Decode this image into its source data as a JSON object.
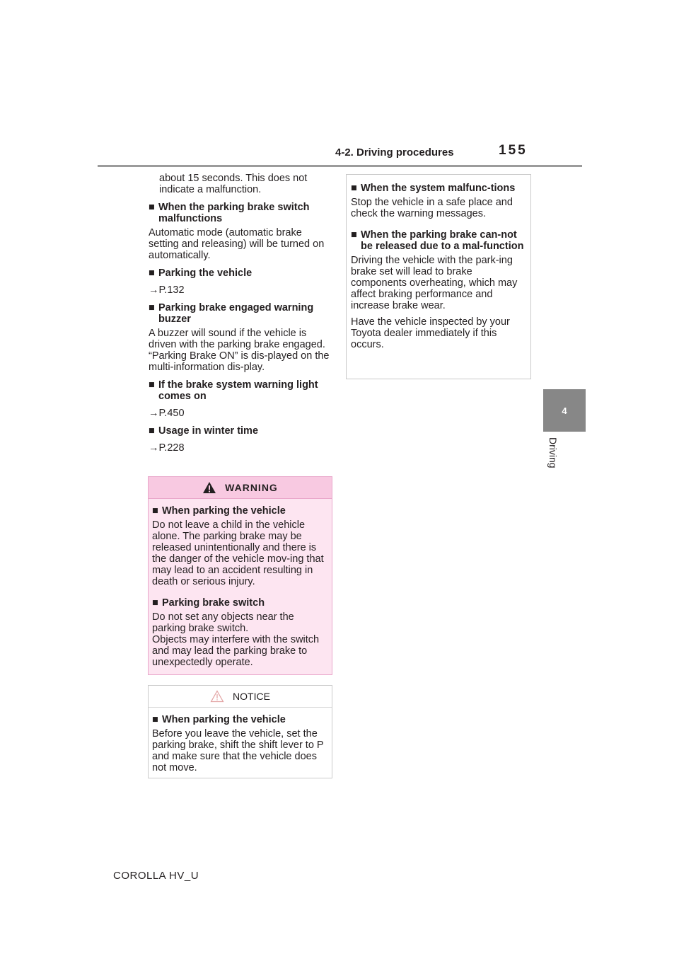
{
  "header": {
    "section_title": "4-2. Driving procedures",
    "page_number": "155"
  },
  "side_tab": {
    "number": "4",
    "label": "Driving"
  },
  "left_column": {
    "intro": "about 15 seconds. This does not indicate a malfunction.",
    "s1": {
      "title": "When the parking brake switch malfunctions",
      "text": "Automatic mode (automatic brake setting and releasing) will be turned on automatically."
    },
    "s2": {
      "title": "Parking the vehicle",
      "ref": "→P.132"
    },
    "s3": {
      "title": "Parking brake engaged warning buzzer",
      "text": "A buzzer will sound if the vehicle is driven with the parking brake engaged. “Parking Brake ON” is dis-played on the multi-information dis-play."
    },
    "s4": {
      "title": "If the brake system warning light comes on",
      "ref": "→P.450"
    },
    "s5": {
      "title": "Usage in winter time",
      "ref": "→P.228"
    }
  },
  "warning_box": {
    "heading": "WARNING",
    "s1": {
      "title": "When parking the vehicle",
      "text": "Do not leave a child in the vehicle alone. The parking brake may be released unintentionally and there is the danger of the vehicle mov-ing that may lead to an accident resulting in death or serious injury."
    },
    "s2": {
      "title": "Parking brake switch",
      "text1": "Do not set any objects near the parking brake switch.",
      "text2": "Objects may interfere with the switch and may lead the parking brake to unexpectedly operate."
    }
  },
  "notice_box": {
    "heading": "NOTICE",
    "s1": {
      "title": "When parking the vehicle",
      "text": "Before you leave the vehicle, set the parking brake, shift the shift lever to P and make sure that the vehicle does not move."
    }
  },
  "right_box": {
    "s1": {
      "title": "When the system malfunc-tions",
      "text": "Stop the vehicle in a safe place and check the warning messages."
    },
    "s2": {
      "title": "When the parking brake can-not be released due to a mal-function",
      "text1": "Driving the vehicle with the park-ing brake set will lead to brake components overheating, which may affect braking performance and increase brake wear.",
      "text2": "Have the vehicle inspected by your Toyota dealer immediately if this occurs."
    }
  },
  "footer": {
    "model": "COROLLA HV_U"
  },
  "colors": {
    "warning_bg": "#fde5f1",
    "warning_head": "#f8c9e1",
    "tab_gray": "#878787",
    "rule_gray": "#9b9b9b"
  }
}
